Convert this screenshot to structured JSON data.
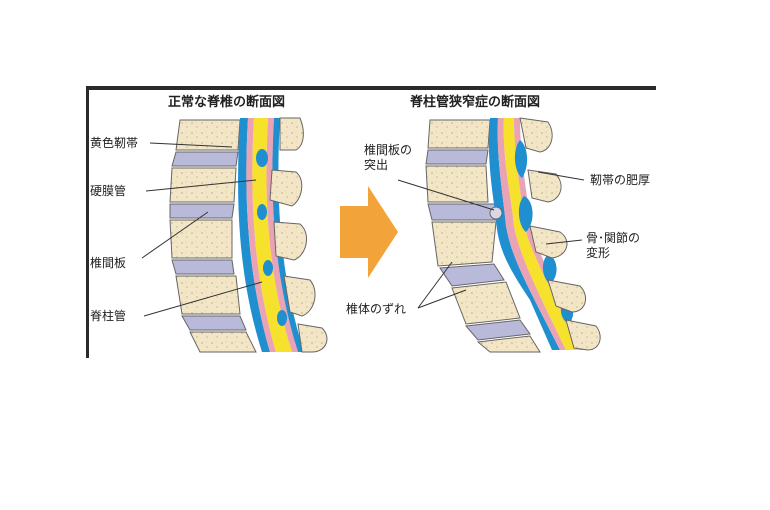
{
  "left_panel": {
    "title": "正常な脊椎の断面図",
    "labels": {
      "ligamentum": "黄色靭帯",
      "dura": "硬膜管",
      "disc": "椎間板",
      "canal": "脊柱管"
    }
  },
  "right_panel": {
    "title": "脊柱管狭窄症の断面図",
    "labels": {
      "disc_protrusion_1": "椎間板の",
      "disc_protrusion_2": "突出",
      "ligament_thickening": "靭帯の肥厚",
      "joint_deform_1": "骨･関節の",
      "joint_deform_2": "変形",
      "vertebra_slip": "椎体のずれ"
    }
  },
  "colors": {
    "bone": "#f3e6c7",
    "disc": "#b9b9d9",
    "canal_yellow": "#f6e22c",
    "dura_pink": "#eaa3b5",
    "ligament_blue": "#1f8fcf",
    "arrow": "#f2a43a",
    "line": "#333333"
  }
}
